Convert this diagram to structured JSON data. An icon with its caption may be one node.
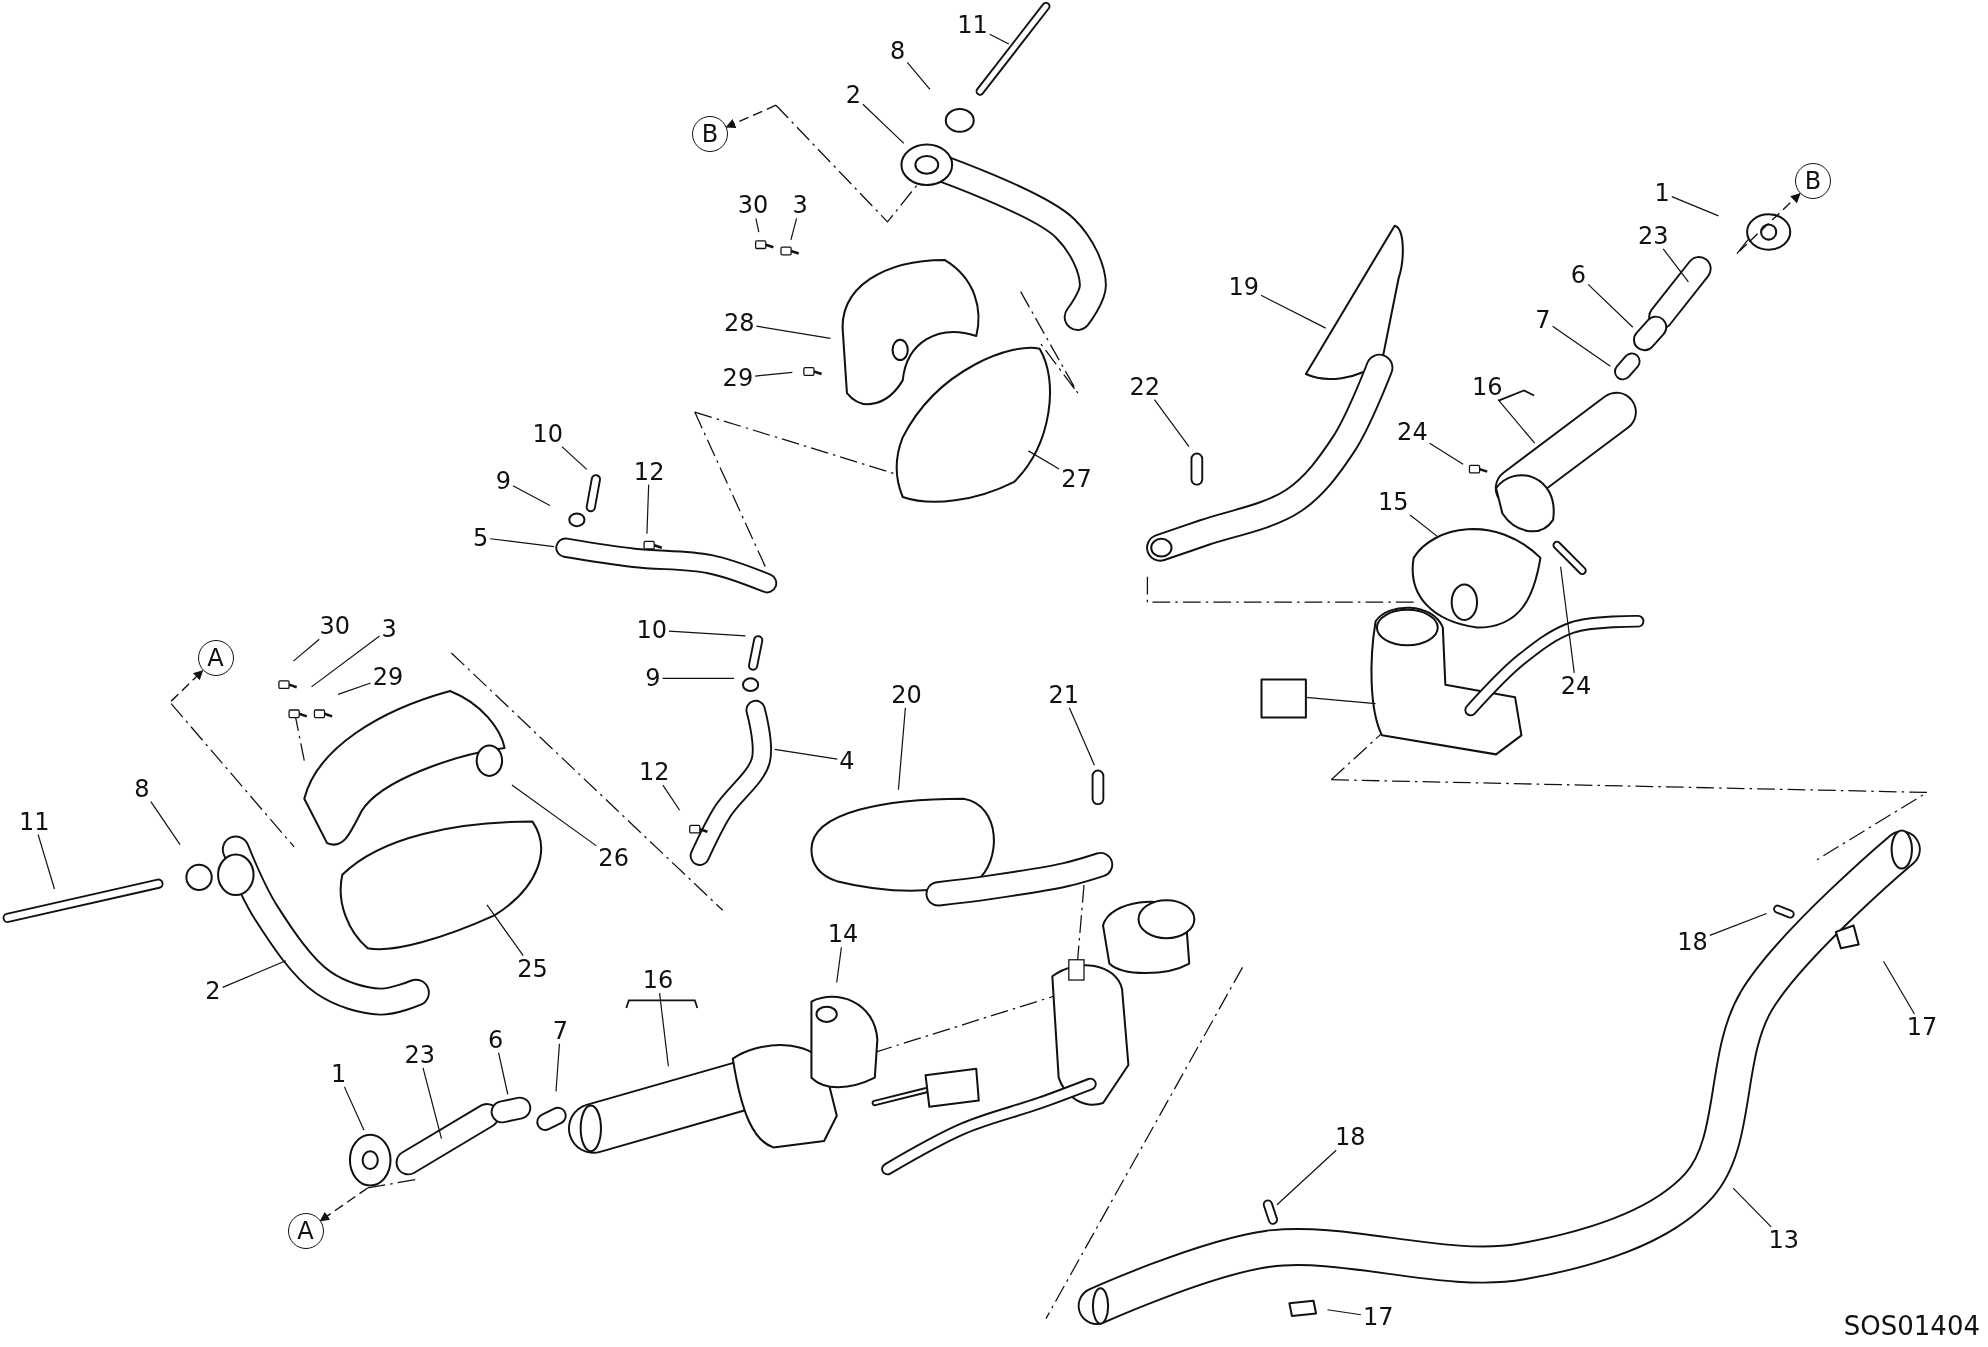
{
  "diagram": {
    "nodes": [
      {
        "text": [
          "11"
        ]
      },
      {
        "text": [
          "8"
        ]
      },
      {
        "text": [
          "2"
        ]
      },
      {
        "text": [
          "B"
        ]
      },
      {
        "text": [
          "30"
        ]
      },
      {
        "text": [
          "3"
        ]
      },
      {
        "text": [
          "28"
        ]
      },
      {
        "text": [
          "29"
        ]
      },
      {
        "text": [
          "27"
        ]
      },
      {
        "text": [
          "19"
        ]
      },
      {
        "text": [
          "22"
        ]
      },
      {
        "text": [
          "B"
        ]
      },
      {
        "text": [
          "1"
        ]
      },
      {
        "text": [
          "23"
        ]
      },
      {
        "text": [
          "6"
        ]
      },
      {
        "text": [
          "7"
        ]
      },
      {
        "text": [
          "16"
        ]
      },
      {
        "text": [
          "24"
        ]
      },
      {
        "text": [
          "15"
        ]
      },
      {
        "text": [
          "10"
        ]
      },
      {
        "text": [
          "9"
        ]
      },
      {
        "text": [
          "12"
        ]
      },
      {
        "text": [
          "5"
        ]
      },
      {
        "text": [
          "A"
        ]
      },
      {
        "text": [
          "30"
        ]
      },
      {
        "text": [
          "3"
        ]
      },
      {
        "text": [
          "29"
        ]
      },
      {
        "text": [
          "10"
        ]
      },
      {
        "text": [
          "9"
        ]
      },
      {
        "text": [
          "24"
        ]
      },
      {
        "text": [
          "20"
        ]
      },
      {
        "text": [
          "21"
        ]
      },
      {
        "text": [
          "12"
        ]
      },
      {
        "text": [
          "4"
        ]
      },
      {
        "text": [
          "11"
        ]
      },
      {
        "text": [
          "8"
        ]
      },
      {
        "text": [
          "26"
        ]
      },
      {
        "text": [
          "18"
        ]
      },
      {
        "text": [
          "14"
        ]
      },
      {
        "text": [
          "25"
        ]
      },
      {
        "text": [
          "2"
        ]
      },
      {
        "text": [
          "16"
        ]
      },
      {
        "text": [
          "17"
        ]
      },
      {
        "text": [
          "1"
        ]
      },
      {
        "text": [
          "23"
        ]
      },
      {
        "text": [
          "6"
        ]
      },
      {
        "text": [
          "7"
        ]
      },
      {
        "text": [
          "A"
        ]
      },
      {
        "text": [
          "18"
        ]
      },
      {
        "text": [
          "13"
        ]
      },
      {
        "text": [
          "17"
        ]
      }
    ],
    "edges": [
      {
        "from": 0,
        "to": null,
        "arrow": "none"
      },
      {
        "from": 1,
        "to": null,
        "arrow": "none"
      },
      {
        "from": 2,
        "to": null,
        "arrow": "none"
      },
      {
        "from": 4,
        "to": null,
        "arrow": "none"
      },
      {
        "from": 5,
        "to": null,
        "arrow": "none"
      },
      {
        "from": 6,
        "to": null,
        "arrow": "none"
      },
      {
        "from": 7,
        "to": null,
        "arrow": "none"
      },
      {
        "from": 8,
        "to": null,
        "arrow": "none"
      },
      {
        "from": 9,
        "to": null,
        "arrow": "none"
      },
      {
        "from": 10,
        "to": null,
        "arrow": "none"
      },
      {
        "from": 12,
        "to": null,
        "arrow": "none"
      },
      {
        "from": 13,
        "to": null,
        "arrow": "none"
      },
      {
        "from": 14,
        "to": null,
        "arrow": "none"
      },
      {
        "from": 15,
        "to": null,
        "arrow": "none"
      },
      {
        "from": 16,
        "to": null,
        "arrow": "none"
      },
      {
        "from": 17,
        "to": null,
        "arrow": "none"
      },
      {
        "from": 18,
        "to": null,
        "arrow": "none"
      },
      {
        "from": 19,
        "to": null,
        "arrow": "none"
      },
      {
        "from": 20,
        "to": null,
        "arrow": "none"
      },
      {
        "from": 21,
        "to": null,
        "arrow": "none"
      },
      {
        "from": 22,
        "to": null,
        "arrow": "none"
      },
      {
        "from": 24,
        "to": null,
        "arrow": "none"
      },
      {
        "from": 25,
        "to": null,
        "arrow": "none"
      },
      {
        "from": 26,
        "to": null,
        "arrow": "none"
      },
      {
        "from": 27,
        "to": null,
        "arrow": "none"
      },
      {
        "from": 28,
        "to": null,
        "arrow": "none"
      },
      {
        "from": 29,
        "to": null,
        "arrow": "none"
      },
      {
        "from": 30,
        "to": null,
        "arrow": "none"
      },
      {
        "from": 31,
        "to": null,
        "arrow": "none"
      },
      {
        "from": 32,
        "to": null,
        "arrow": "none"
      },
      {
        "from": 33,
        "to": null,
        "arrow": "none"
      },
      {
        "from": 34,
        "to": null,
        "arrow": "none"
      },
      {
        "from": 35,
        "to": null,
        "arrow": "none"
      },
      {
        "from": 36,
        "to": null,
        "arrow": "none"
      },
      {
        "from": 37,
        "to": null,
        "arrow": "none"
      },
      {
        "from": 38,
        "to": null,
        "arrow": "none"
      },
      {
        "from": 39,
        "to": null,
        "arrow": "none"
      },
      {
        "from": 40,
        "to": null,
        "arrow": "none"
      },
      {
        "from": 41,
        "to": null,
        "arrow": "none"
      },
      {
        "from": 42,
        "to": null,
        "arrow": "none"
      },
      {
        "from": 43,
        "to": null,
        "arrow": "none"
      },
      {
        "from": 44,
        "to": null,
        "arrow": "none"
      },
      {
        "from": 45,
        "to": null,
        "arrow": "none"
      },
      {
        "from": 46,
        "to": null,
        "arrow": "none"
      },
      {
        "from": 48,
        "to": null,
        "arrow": "none"
      },
      {
        "from": 49,
        "to": null,
        "arrow": "none"
      },
      {
        "from": 50,
        "to": null,
        "arrow": "none"
      },
      {
        "from": null,
        "to": 3,
        "arrow": "to",
        "style": "dashed"
      },
      {
        "from": null,
        "to": 11,
        "arrow": "to",
        "style": "dashed"
      },
      {
        "from": null,
        "to": 23,
        "arrow": "to",
        "style": "dashed"
      },
      {
        "from": null,
        "to": 47,
        "arrow": "to",
        "style": "dashed"
      }
    ],
    "labels": [
      "SOS01404"
    ]
  }
}
